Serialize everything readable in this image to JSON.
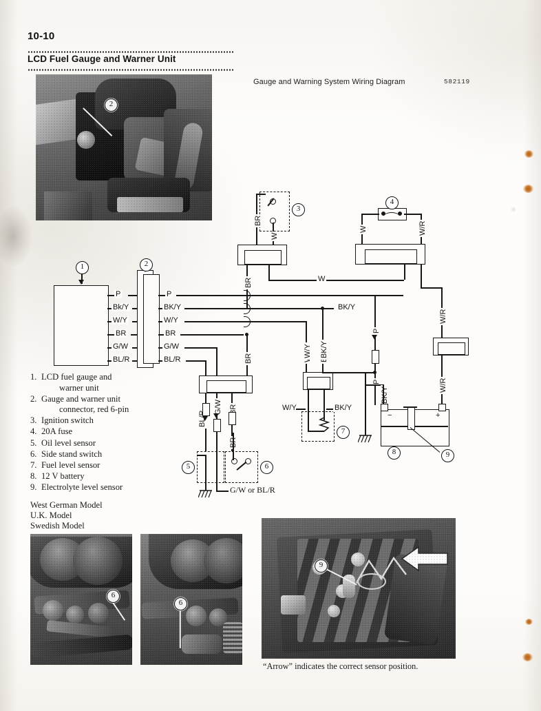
{
  "header": {
    "page_number": "10-10",
    "section_title": "LCD Fuel Gauge and Warner Unit"
  },
  "diagram": {
    "title": "Gauge and Warning System Wiring Diagram",
    "figure_number": "582119",
    "left_terminal_labels": [
      "P",
      "Bk/Y",
      "W/Y",
      "BR",
      "G/W",
      "BL/R"
    ],
    "right_terminal_labels": [
      "P",
      "BK/Y",
      "W/Y",
      "BR",
      "G/W",
      "BL/R"
    ],
    "wire_labels": {
      "ignition_br_top": "BR",
      "ignition_w": "W",
      "ignition_br_bottom": "BR",
      "fuse_w": "W",
      "fuse_wr": "W/R",
      "bus_w": "W",
      "bus_bky": "BK/Y",
      "trunk_br": "BR",
      "branch_wy": "W/Y",
      "branch_bky": "BK/Y",
      "sensor_blr": "BL/R",
      "sensor_gw": "G/W",
      "sensor_br_upper": "BR",
      "sensor_br_lower": "BR",
      "fuel_wy_in": "W/Y",
      "fuel_bky_in": "BK/Y",
      "fuel_wy_arrow": "W/Y",
      "fuel_bky_arrow": "BK/Y",
      "battery_bky": "BK/Y",
      "battery_p_upper": "P",
      "battery_p_lower": "P",
      "battery_wr": "W/R",
      "right_wr": "W/R",
      "stand_note": "G/W or BL/R"
    },
    "battery_terminals": {
      "negative": "−",
      "positive": "+"
    },
    "callouts": [
      "1",
      "2",
      "3",
      "4",
      "5",
      "6",
      "7",
      "8",
      "9"
    ]
  },
  "legend": {
    "items": [
      {
        "num": "1.",
        "text": "LCD fuel gauge and",
        "cont": "warner unit"
      },
      {
        "num": "2.",
        "text": "Gauge and warner unit",
        "cont": "connector, red 6-pin"
      },
      {
        "num": "3.",
        "text": "Ignition switch",
        "cont": ""
      },
      {
        "num": "4.",
        "text": "20A fuse",
        "cont": ""
      },
      {
        "num": "5.",
        "text": "Oil level sensor",
        "cont": ""
      },
      {
        "num": "6.",
        "text": "Side stand switch",
        "cont": ""
      },
      {
        "num": "7.",
        "text": "Fuel level sensor",
        "cont": ""
      },
      {
        "num": "8.",
        "text": "12 V battery",
        "cont": ""
      },
      {
        "num": "9.",
        "text": "Electrolyte level sensor",
        "cont": ""
      }
    ]
  },
  "models": {
    "lines": [
      "West German Model",
      "U.K. Model",
      "Swedish Model"
    ]
  },
  "photos": {
    "top": {
      "callout": "2"
    },
    "bottom_left": {
      "callout": "6"
    },
    "bottom_mid": {
      "callout": "6"
    },
    "bottom_right": {
      "callout": "9"
    },
    "caption": "“Arrow” indicates the correct sensor position."
  },
  "colors": {
    "ink": "#171717",
    "paper": "#fdfcfa",
    "foxing": "#b5651d"
  }
}
